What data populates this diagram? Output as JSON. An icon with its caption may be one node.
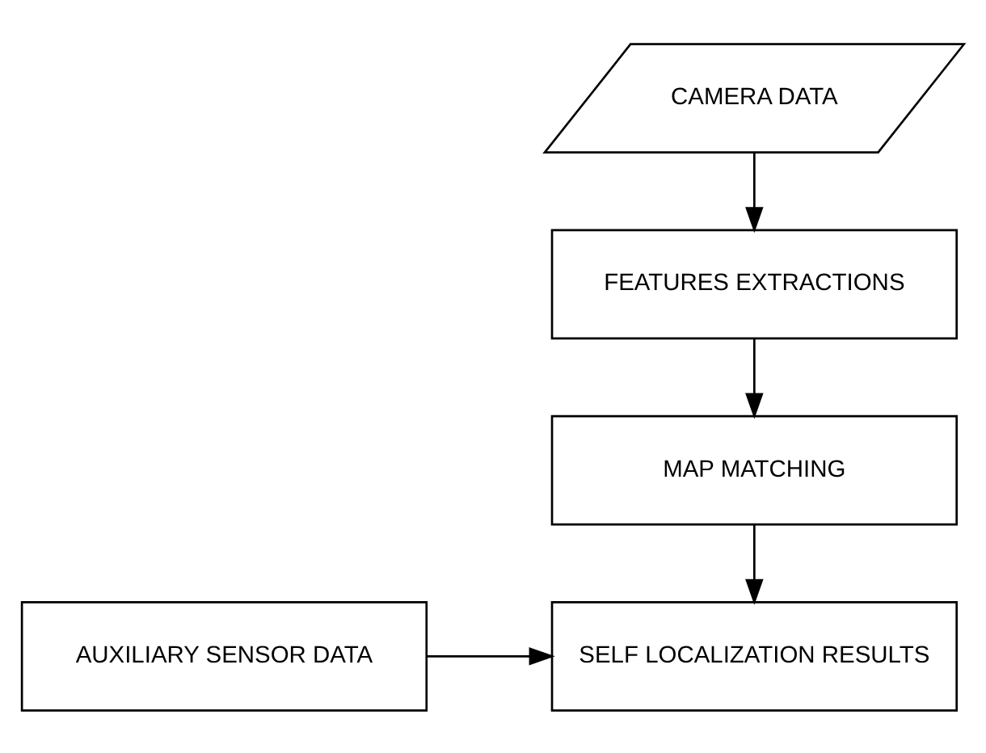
{
  "diagram": {
    "nodes": [
      {
        "text": [
          "CAMERA DATA"
        ]
      },
      {
        "text": [
          "FEATURES EXTRACTIONS"
        ]
      },
      {
        "text": [
          "MAP MATCHING"
        ]
      },
      {
        "text": [
          "AUXILIARY SENSOR DATA"
        ]
      },
      {
        "text": [
          "SELF LOCALIZATION RESULTS"
        ]
      }
    ],
    "edges": [
      {
        "from": 0,
        "to": 1,
        "arrow": "to"
      },
      {
        "from": 1,
        "to": 2,
        "arrow": "to"
      },
      {
        "from": 2,
        "to": 4,
        "arrow": "to"
      },
      {
        "from": 3,
        "to": 4,
        "arrow": "to"
      }
    ]
  }
}
